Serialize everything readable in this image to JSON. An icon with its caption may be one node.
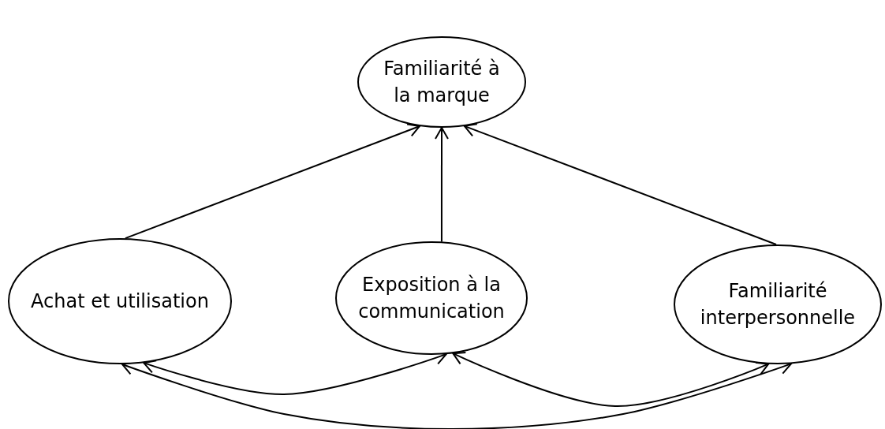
{
  "diagram": {
    "nodes": [
      {
        "text": [
          "Familiarité à la marque"
        ]
      },
      {
        "text": [
          "Achat et utilisation"
        ]
      },
      {
        "text": [
          "Exposition à la communication"
        ]
      },
      {
        "text": [
          "Familiarité interpersonnelle"
        ]
      }
    ],
    "edges": [
      {
        "from": 1,
        "to": 0,
        "arrow": "to"
      },
      {
        "from": 2,
        "to": 0,
        "arrow": "to"
      },
      {
        "from": 3,
        "to": 0,
        "arrow": "to"
      },
      {
        "from": 1,
        "to": 2,
        "arrow": "both"
      },
      {
        "from": 2,
        "to": 3,
        "arrow": "both"
      },
      {
        "from": 1,
        "to": 3,
        "arrow": "both"
      }
    ]
  }
}
